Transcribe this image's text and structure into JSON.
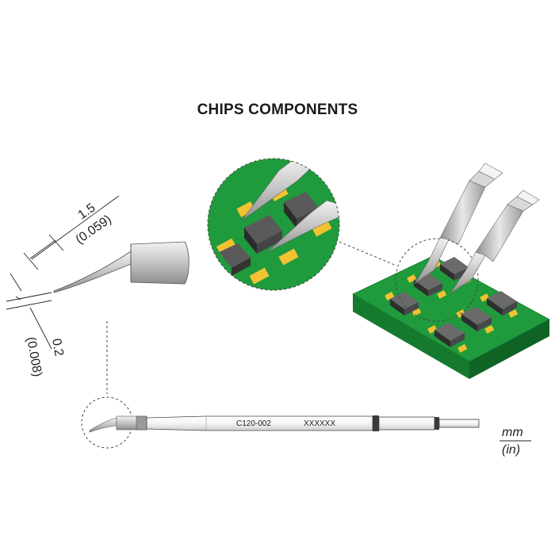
{
  "title": "CHIPS COMPONENTS",
  "dimensions": {
    "tip_length_mm": "1.5",
    "tip_length_in": "(0.059)",
    "tip_width_mm": "0.2",
    "tip_width_in": "(0.008)"
  },
  "tip_labels": {
    "model": "C120-002",
    "code": "XXXXXX"
  },
  "units": {
    "metric": "mm",
    "imperial": "(in)"
  },
  "colors": {
    "pcb_green": "#1f9a3c",
    "pad_gold": "#f2c230",
    "chip_dark": "#3a3a3a",
    "metal_gray": "#bdbdbd"
  }
}
